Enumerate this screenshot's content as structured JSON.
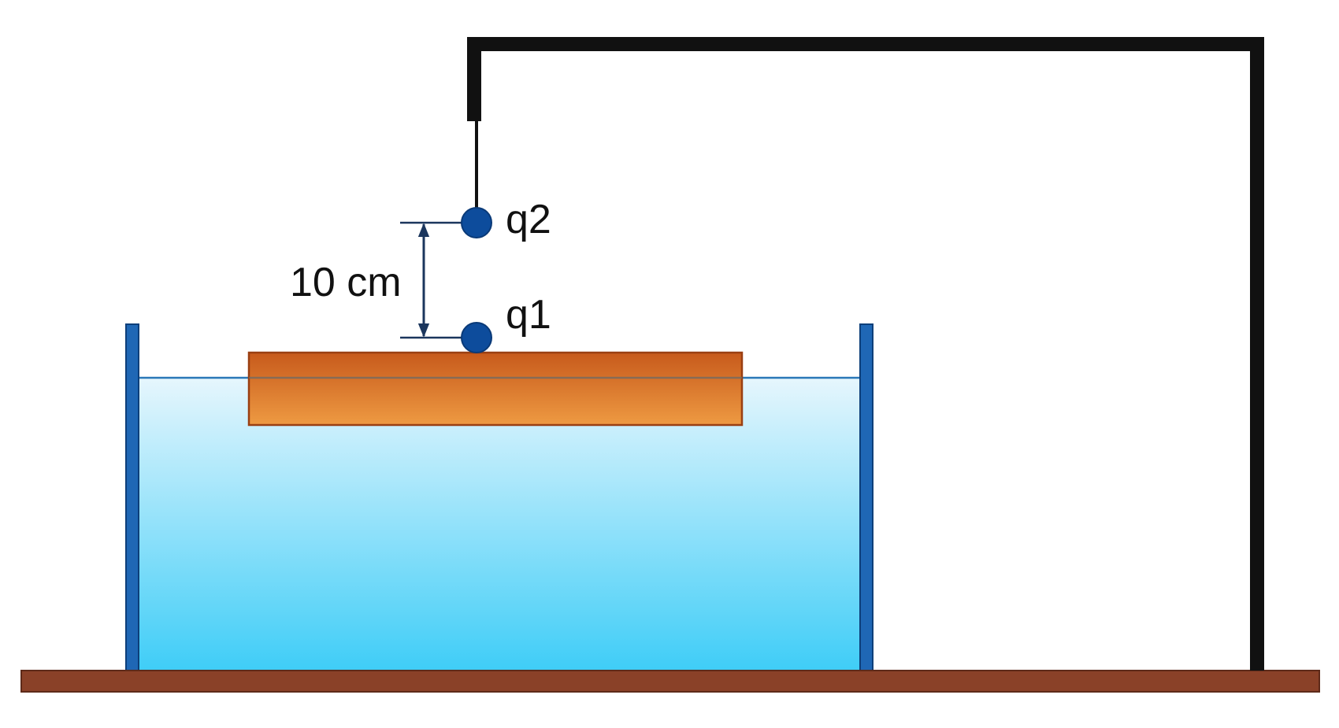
{
  "labels": {
    "charge_top": "q2",
    "charge_bottom": "q1",
    "distance": "10 cm"
  },
  "colors": {
    "water_top": "#e6f6fd",
    "water_bottom": "#3fcdf7",
    "tank_wall": "#1f67b5",
    "tank_wall_outline": "#0d3f7a",
    "slab_top": "#c75a1c",
    "slab_bottom": "#ee9a42",
    "slab_outline": "#9a3f12",
    "charge": "#0d4c9c",
    "dimension_arrow": "#1b365d",
    "stand": "#111111",
    "base_board": "#8a4128",
    "base_outline": "#5e2a19"
  }
}
